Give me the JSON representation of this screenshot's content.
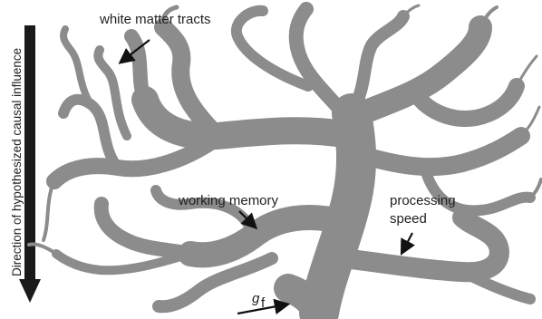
{
  "figure": {
    "axis_label": "Direction of hypothesized causal influence",
    "labels": {
      "white_matter": "white matter tracts",
      "working_memory": "working memory",
      "processing_speed_line1": "processing",
      "processing_speed_line2": "speed",
      "gf_main": "g",
      "gf_sub": "f"
    },
    "colors": {
      "tree": "#8c8c8c",
      "text": "#1f1f1f",
      "arrow": "#111111"
    }
  }
}
